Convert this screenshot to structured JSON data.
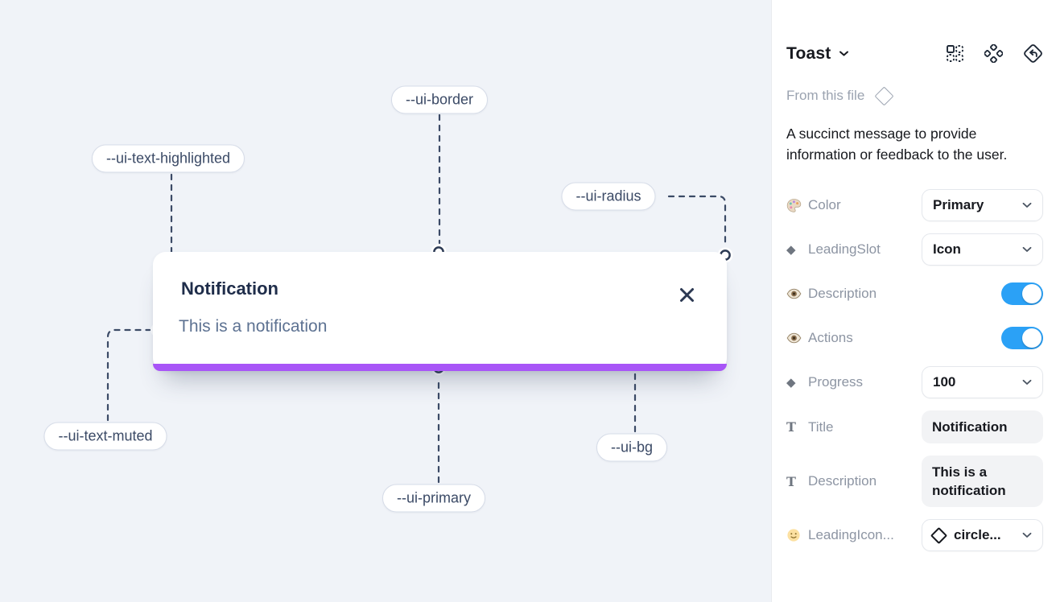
{
  "canvas": {
    "toast": {
      "title": "Notification",
      "description": "This is a notification",
      "progress_color": "#a855f7"
    },
    "tokens": [
      {
        "name": "ui-border",
        "label": "--ui-border"
      },
      {
        "name": "ui-text-highlighted",
        "label": "--ui-text-highlighted"
      },
      {
        "name": "ui-radius",
        "label": "--ui-radius"
      },
      {
        "name": "ui-text-muted",
        "label": "--ui-text-muted"
      },
      {
        "name": "ui-primary",
        "label": "--ui-primary"
      },
      {
        "name": "ui-bg",
        "label": "--ui-bg"
      }
    ]
  },
  "panel": {
    "component_name": "Toast",
    "header_icons": [
      "grid-instance-icon",
      "component-diamonds-icon",
      "diamond-return-icon"
    ],
    "source_label": "From this file",
    "description": "A succinct message to provide information or feedback to the user.",
    "properties": [
      {
        "icon_name": "palette-icon",
        "label": "Color",
        "control": "select",
        "value": "Primary"
      },
      {
        "icon_name": "diamond-icon",
        "label": "LeadingSlot",
        "control": "select",
        "value": "Icon"
      },
      {
        "icon_name": "eye-icon",
        "label": "Description",
        "control": "toggle",
        "value": true
      },
      {
        "icon_name": "eye-icon",
        "label": "Actions",
        "control": "toggle",
        "value": true
      },
      {
        "icon_name": "diamond-icon",
        "label": "Progress",
        "control": "select",
        "value": "100"
      },
      {
        "icon_name": "text-icon",
        "label": "Title",
        "control": "text",
        "value": "Notification"
      },
      {
        "icon_name": "text-icon",
        "label": "Description",
        "control": "text",
        "value": "This is a notification"
      },
      {
        "icon_name": "smiley-icon",
        "label": "LeadingIcon...",
        "control": "select-icon",
        "value": "circle..."
      }
    ],
    "colors": {
      "toggle_on": "#2ba1f6",
      "accent_primary": "#a855f7"
    }
  }
}
